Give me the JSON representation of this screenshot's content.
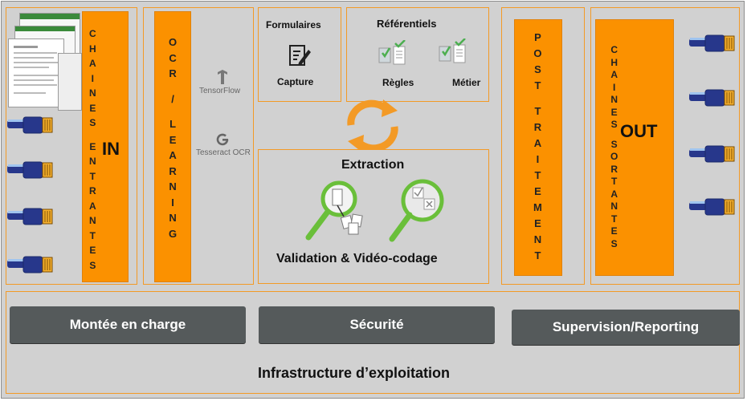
{
  "in": {
    "chains_label": [
      "C",
      "H",
      "A",
      "I",
      "N",
      "E",
      "S",
      "",
      "E",
      "N",
      "T",
      "R",
      "A",
      "N",
      "T",
      "E",
      "S"
    ],
    "big": "IN"
  },
  "ocr": {
    "label": [
      "O",
      "C",
      "R",
      "",
      "/",
      "",
      "L",
      "E",
      "A",
      "R",
      "N",
      "I",
      "N",
      "G"
    ],
    "tensorflow": "TensorFlow",
    "tesseract": "Tesseract OCR"
  },
  "forms": {
    "title": "Formulaires",
    "capture": "Capture"
  },
  "ref": {
    "title": "Référentiels",
    "regles": "Règles",
    "metier": "Métier"
  },
  "extraction": {
    "title": "Extraction",
    "validation": "Validation & Vidéo-codage"
  },
  "post": {
    "label": [
      "P",
      "O",
      "S",
      "T",
      "",
      "T",
      "R",
      "A",
      "I",
      "T",
      "E",
      "M",
      "E",
      "N",
      "T"
    ]
  },
  "out": {
    "chains_label": [
      "C",
      "H",
      "A",
      "I",
      "N",
      "E",
      "S",
      "",
      "S",
      "O",
      "R",
      "T",
      "A",
      "N",
      "T",
      "E",
      "S"
    ],
    "big": "OUT"
  },
  "infra": {
    "title": "Infrastructure d’exploitation",
    "buttons": [
      "Montée en charge",
      "Sécurité",
      "Supervision/Reporting"
    ]
  },
  "colors": {
    "orange": "#fb9100",
    "panel_border": "#f39a26",
    "bg": "#d1d1d1",
    "button": "#555a5b",
    "green": "#6abf3a",
    "connector_blue": "#27378b"
  }
}
